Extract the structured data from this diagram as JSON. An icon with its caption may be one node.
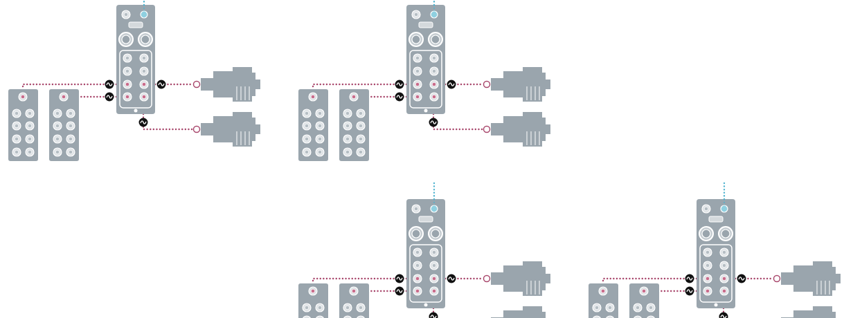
{
  "diagram": {
    "nodes": [
      {
        "text": [],
        "shape": "picture"
      },
      {
        "text": [],
        "shape": "picture"
      },
      {
        "text": [],
        "shape": "picture"
      },
      {
        "text": [],
        "shape": "picture"
      },
      {
        "text": [],
        "shape": "picture"
      },
      {
        "text": [],
        "shape": "picture"
      },
      {
        "text": [],
        "shape": "picture"
      },
      {
        "text": [],
        "shape": "picture"
      },
      {
        "text": [],
        "shape": "picture"
      },
      {
        "text": [],
        "shape": "picture"
      },
      {
        "text": [],
        "shape": "picture"
      },
      {
        "text": [],
        "shape": "picture"
      },
      {
        "text": [],
        "shape": "picture"
      },
      {
        "text": [],
        "shape": "picture"
      },
      {
        "text": [],
        "shape": "picture"
      },
      {
        "text": [],
        "shape": "picture"
      },
      {
        "text": [],
        "shape": "picture"
      },
      {
        "text": [],
        "shape": "picture"
      },
      {
        "text": [],
        "shape": "picture"
      },
      {
        "text": [],
        "shape": "picture"
      }
    ],
    "edges": [
      {
        "from": 0,
        "to": 1,
        "arrow": "none",
        "style": "dashed"
      },
      {
        "from": 0,
        "to": 2,
        "arrow": "none",
        "style": "dashed"
      },
      {
        "from": 0,
        "to": 3,
        "arrow": "none",
        "style": "dashed"
      },
      {
        "from": 0,
        "to": 4,
        "arrow": "none",
        "style": "dashed"
      },
      {
        "from": 0,
        "to": null,
        "arrow": "none",
        "style": "dashed",
        "color": "#4fb3cf"
      },
      {
        "from": 5,
        "to": 6,
        "arrow": "none",
        "style": "dashed"
      },
      {
        "from": 5,
        "to": 7,
        "arrow": "none",
        "style": "dashed"
      },
      {
        "from": 5,
        "to": 8,
        "arrow": "none",
        "style": "dashed"
      },
      {
        "from": 5,
        "to": 9,
        "arrow": "none",
        "style": "dashed"
      },
      {
        "from": 5,
        "to": null,
        "arrow": "none",
        "style": "dashed",
        "color": "#4fb3cf"
      },
      {
        "from": 10,
        "to": 11,
        "arrow": "none",
        "style": "dashed"
      },
      {
        "from": 10,
        "to": 12,
        "arrow": "none",
        "style": "dashed"
      },
      {
        "from": 10,
        "to": 13,
        "arrow": "none",
        "style": "dashed"
      },
      {
        "from": 10,
        "to": 14,
        "arrow": "none",
        "style": "dashed"
      },
      {
        "from": 10,
        "to": null,
        "arrow": "none",
        "style": "dashed",
        "color": "#4fb3cf"
      },
      {
        "from": 15,
        "to": 16,
        "arrow": "none",
        "style": "dashed"
      },
      {
        "from": 15,
        "to": 17,
        "arrow": "none",
        "style": "dashed"
      },
      {
        "from": 15,
        "to": 18,
        "arrow": "none",
        "style": "dashed"
      },
      {
        "from": 15,
        "to": 19,
        "arrow": "none",
        "style": "dashed"
      },
      {
        "from": 15,
        "to": null,
        "arrow": "none",
        "style": "dashed",
        "color": "#4fb3cf"
      }
    ]
  }
}
